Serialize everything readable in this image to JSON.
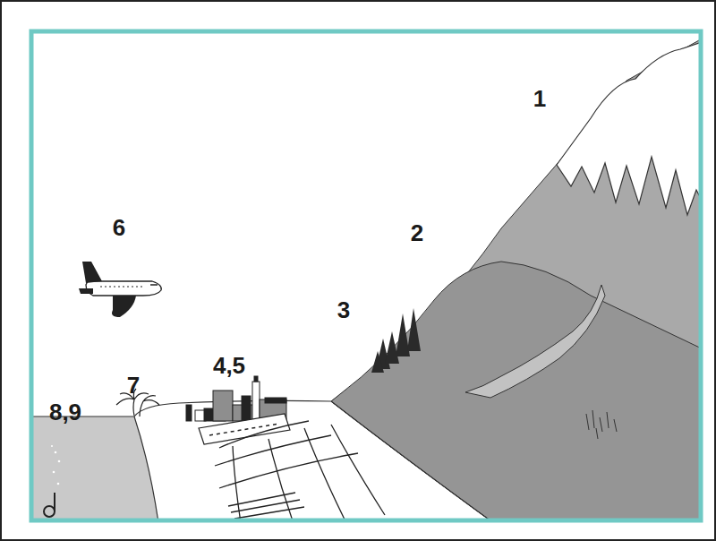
{
  "diagram": {
    "labels": [
      "1",
      "2",
      "3",
      "4,5",
      "6",
      "7",
      "8,9"
    ]
  }
}
